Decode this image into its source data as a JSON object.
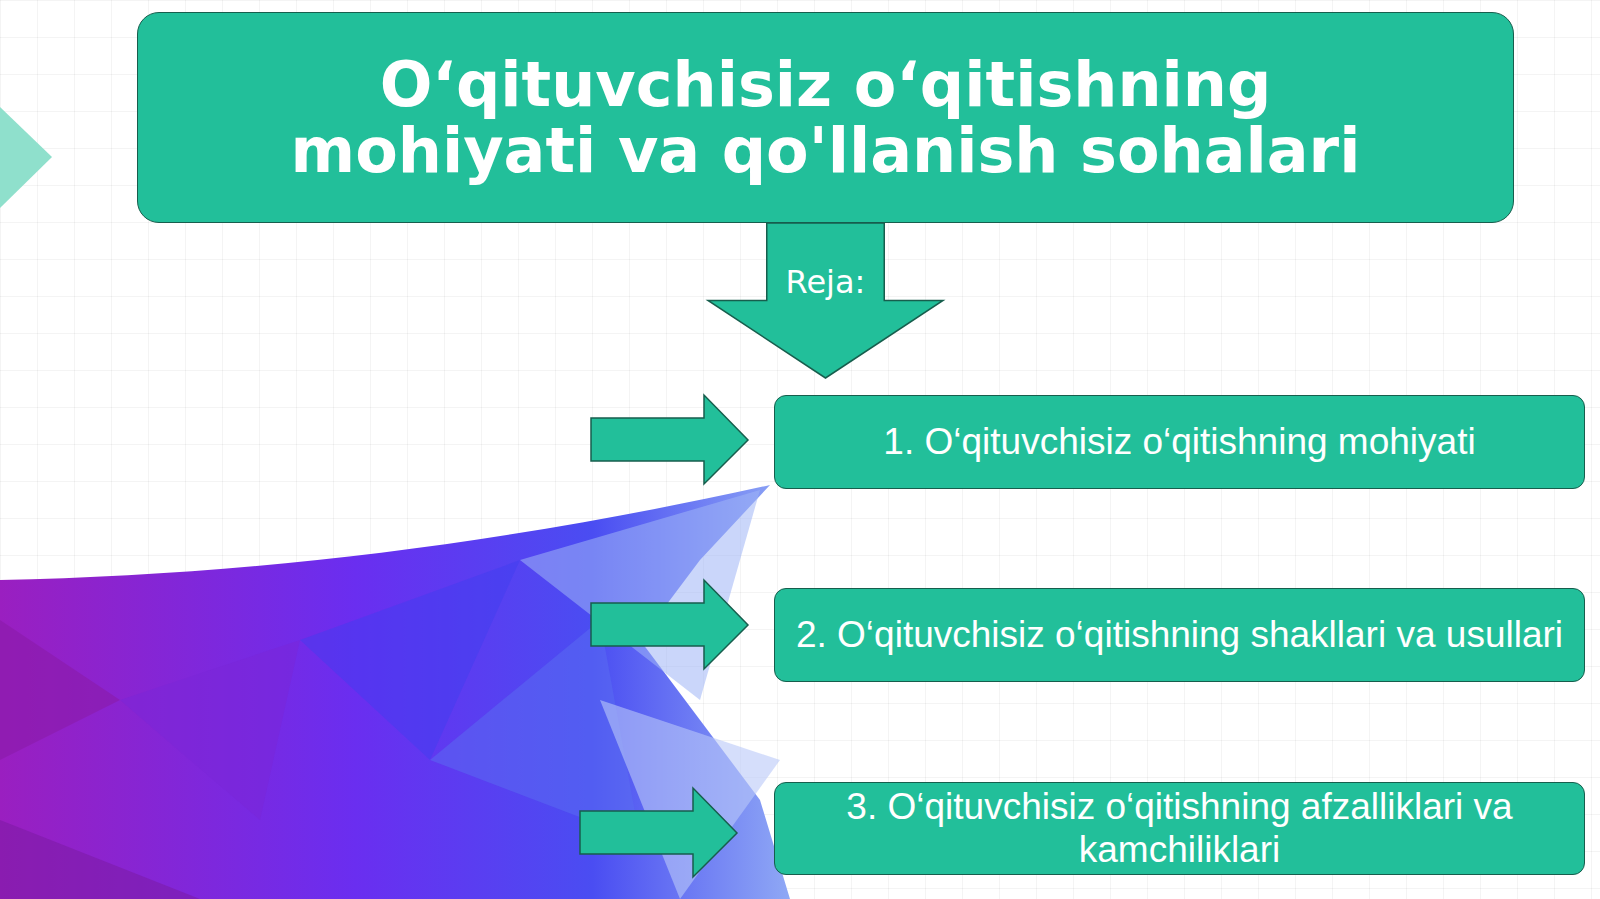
{
  "diagram": {
    "nodes": [
      {
        "text": [
          "O‘qituvchisiz o‘qitishning mohiyati va qo'llanish sohalari"
        ]
      },
      {
        "text": [
          "Reja:"
        ]
      },
      {
        "text": [
          "1. O‘qituvchisiz o‘qitishning mohiyati"
        ]
      },
      {
        "text": [
          "2. O‘qituvchisiz o‘qitishning shakllari va usullari"
        ]
      },
      {
        "text": [
          "3. O‘qituvchisiz o‘qitishning afzalliklari va kamchiliklari"
        ]
      }
    ]
  }
}
